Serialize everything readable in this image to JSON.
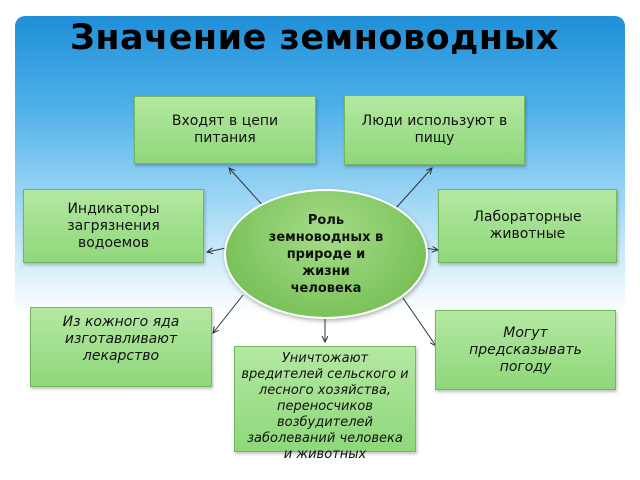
{
  "title": "Значение земноводных",
  "center": "Роль земноводных в природе и жизни человека",
  "nodes": {
    "food_chain": "Входят в цепи питания",
    "food_use": "Люди используют в пищу",
    "indicators": "Индикаторы загрязнения водоемов",
    "lab": "Лабораторные животные",
    "medicine": "Из кожного яда изготавливают лекарство",
    "pests": "Уничтожают вредителей сельского и лесного хозяйства, переносчиков возбудителей заболеваний человека и животных",
    "weather": "Могут предсказывать погоду"
  }
}
